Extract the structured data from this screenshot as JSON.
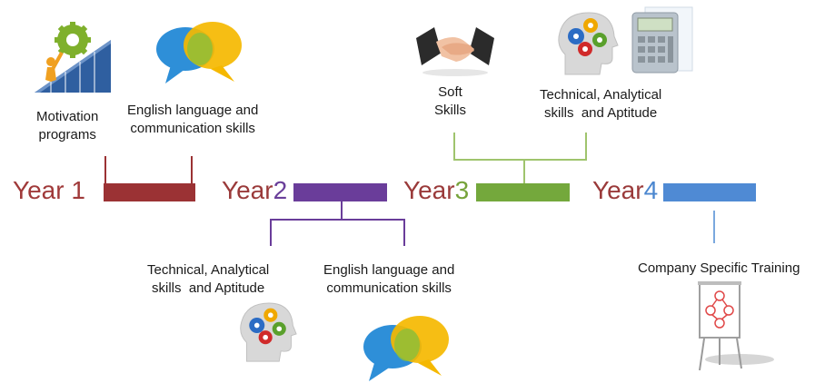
{
  "timeline": {
    "years": [
      {
        "word": "Year",
        "num": "1",
        "word_color": "#a03a3a",
        "num_color": "#a03a3a",
        "bar_color": "#9b3234"
      },
      {
        "word": "Year",
        "num": "2",
        "word_color": "#9a3a3a",
        "num_color": "#6a3f9a",
        "bar_color": "#6a3d9a"
      },
      {
        "word": "Year",
        "num": "3",
        "word_color": "#9a3a3a",
        "num_color": "#76a33a",
        "bar_color": "#74a83c"
      },
      {
        "word": "Year",
        "num": "4",
        "word_color": "#9a3a3a",
        "num_color": "#4a86cf",
        "bar_color": "#4f8ad4"
      }
    ]
  },
  "year1": {
    "motivation": "Motivation\nprograms",
    "english": "English language and\ncommunication skills"
  },
  "year2": {
    "technical": "Technical, Analytical\nskills  and Aptitude",
    "english": "English language and\ncommunication skills"
  },
  "year3": {
    "soft": "Soft\nSkills",
    "technical": "Technical, Analytical\nskills  and Aptitude"
  },
  "year4": {
    "company": "Company Specific Training"
  },
  "icons": [
    "gear-push-icon",
    "speech-bubbles-icon",
    "handshake-icon",
    "head-gears-icon",
    "calculator-icon",
    "flipchart-icon"
  ]
}
